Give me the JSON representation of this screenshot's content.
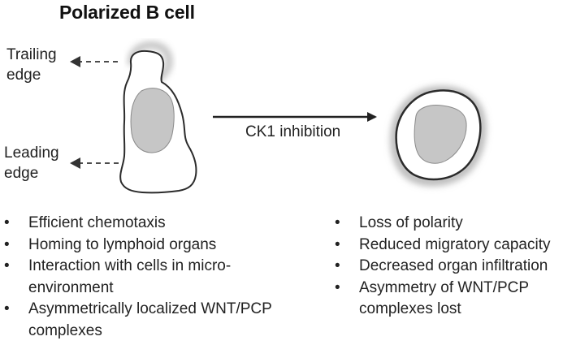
{
  "title": "Polarized B cell",
  "labels": {
    "trailing_edge": [
      "Trailing",
      "edge"
    ],
    "leading_edge": [
      "Leading",
      "edge"
    ],
    "transition": "CK1 inhibition"
  },
  "left_bullets": [
    "Efficient chemotaxis",
    "Homing to lymphoid organs",
    "Interaction with cells in micro-environment",
    "Asymmetrically localized WNT/PCP complexes"
  ],
  "right_bullets": [
    "Loss of polarity",
    "Reduced migratory capacity",
    "Decreased organ infiltration",
    "Asymmetry of WNT/PCP complexes lost"
  ],
  "colors": {
    "outline": "#2b2b2b",
    "nucleus": "#c6c6c6",
    "halo": "#bdbdbd",
    "text": "#222222"
  }
}
